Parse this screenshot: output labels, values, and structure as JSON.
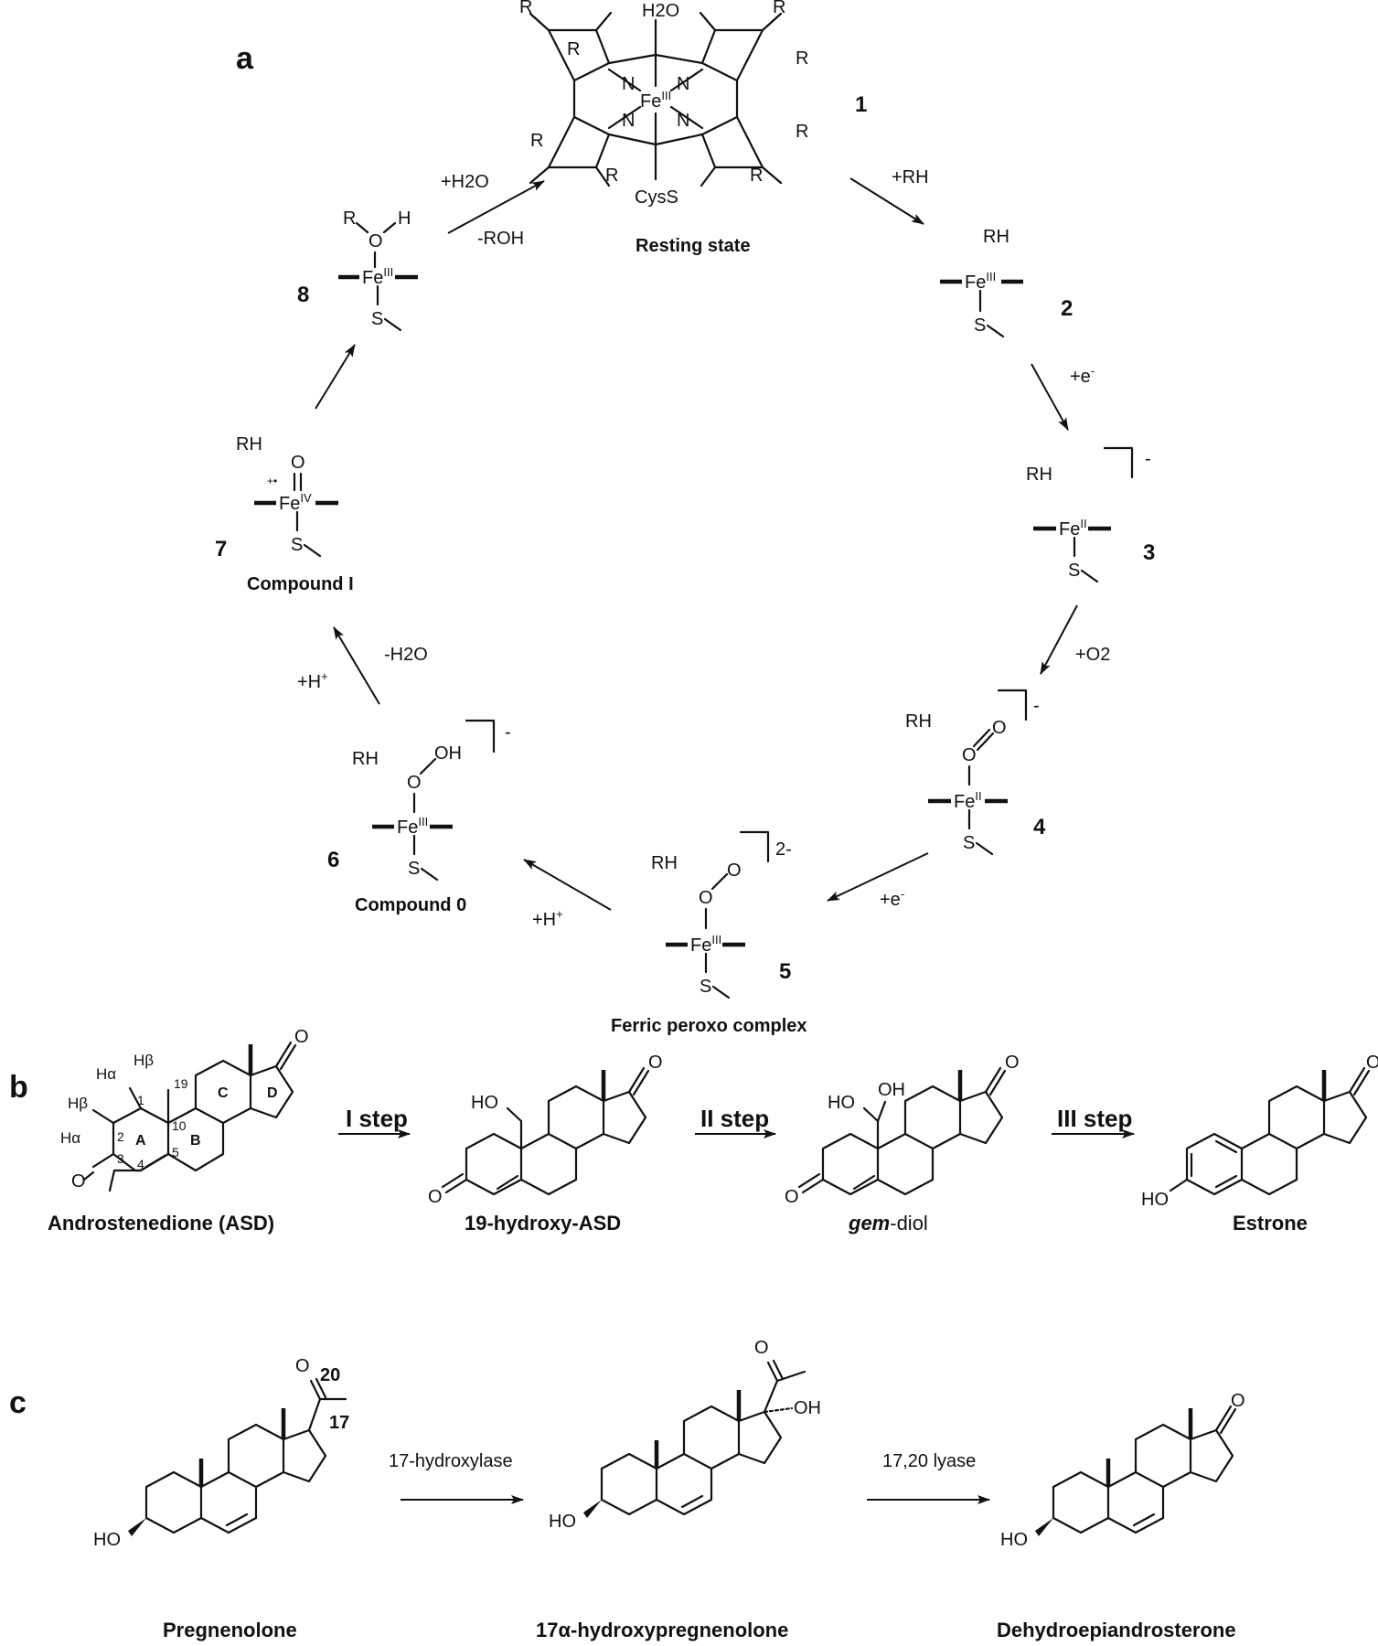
{
  "panels": {
    "a": "a",
    "b": "b",
    "c": "c"
  },
  "cycle": {
    "resting_state": {
      "number": "1",
      "caption": "Resting state",
      "axial_top": "H2O",
      "axial_bottom": "CysS",
      "metal": "Fe",
      "oxidation": "III",
      "substituent": "R",
      "nitrogen": "N"
    },
    "species_2": {
      "number": "2",
      "substrate": "RH",
      "metal": "Fe",
      "oxidation": "III",
      "thiolate": "S"
    },
    "species_3": {
      "number": "3",
      "substrate": "RH",
      "metal": "Fe",
      "oxidation": "II",
      "thiolate": "S",
      "charge": "-"
    },
    "species_4": {
      "number": "4",
      "substrate": "RH",
      "metal": "Fe",
      "oxidation": "II",
      "ligand": "O",
      "thiolate": "S",
      "charge": "-"
    },
    "species_5": {
      "number": "5",
      "substrate": "RH",
      "metal": "Fe",
      "oxidation": "III",
      "ligand": "O",
      "thiolate": "S",
      "charge": "2-",
      "caption": "Ferric peroxo complex"
    },
    "species_6": {
      "number": "6",
      "substrate": "RH",
      "metal": "Fe",
      "oxidation": "III",
      "ligand": "O",
      "hydroxyl": "OH",
      "thiolate": "S",
      "charge": "-",
      "caption": "Compound 0"
    },
    "species_7": {
      "number": "7",
      "substrate": "RH",
      "metal": "Fe",
      "oxidation": "IV",
      "ligand": "O",
      "radical": "+•",
      "thiolate": "S",
      "caption": "Compound I"
    },
    "species_8": {
      "number": "8",
      "metal": "Fe",
      "oxidation": "III",
      "ligand": "O",
      "r_group": "R",
      "hydrogen": "H",
      "thiolate": "S"
    },
    "steps": {
      "add_rh": "+RH",
      "add_e1": "+e",
      "add_o2": "+O2",
      "add_e2": "+e",
      "add_h1": "+H",
      "add_h2": "+H",
      "minus_h2o": "-H2O",
      "add_h2o": "+H2O",
      "minus_roh": "-ROH"
    }
  },
  "panel_b": {
    "steps": [
      "I step",
      "II step",
      "III step"
    ],
    "compounds": [
      "Androstenedione (ASD)",
      "19-hydroxy-ASD",
      "gem-diol",
      "Estrone"
    ],
    "gem_prefix": "gem",
    "gem_suffix": "-diol",
    "ring_labels": [
      "A",
      "B",
      "C",
      "D"
    ],
    "atom_numbers": [
      "1",
      "2",
      "3",
      "4",
      "5",
      "10",
      "19"
    ],
    "h_labels": [
      "Hα",
      "Hβ",
      "Hβ",
      "Hα"
    ],
    "oxygen": "O",
    "hydroxyl": "HO",
    "oh": "OH"
  },
  "panel_c": {
    "enzymes": [
      "17-hydroxylase",
      "17,20 lyase"
    ],
    "compounds": [
      "Pregnenolone",
      "17α-hydroxypregnenolone",
      "Dehydroepiandrosterone"
    ],
    "c17": "17",
    "c20": "20",
    "oxygen": "O",
    "hydroxyl": "HO",
    "oh": "OH"
  }
}
